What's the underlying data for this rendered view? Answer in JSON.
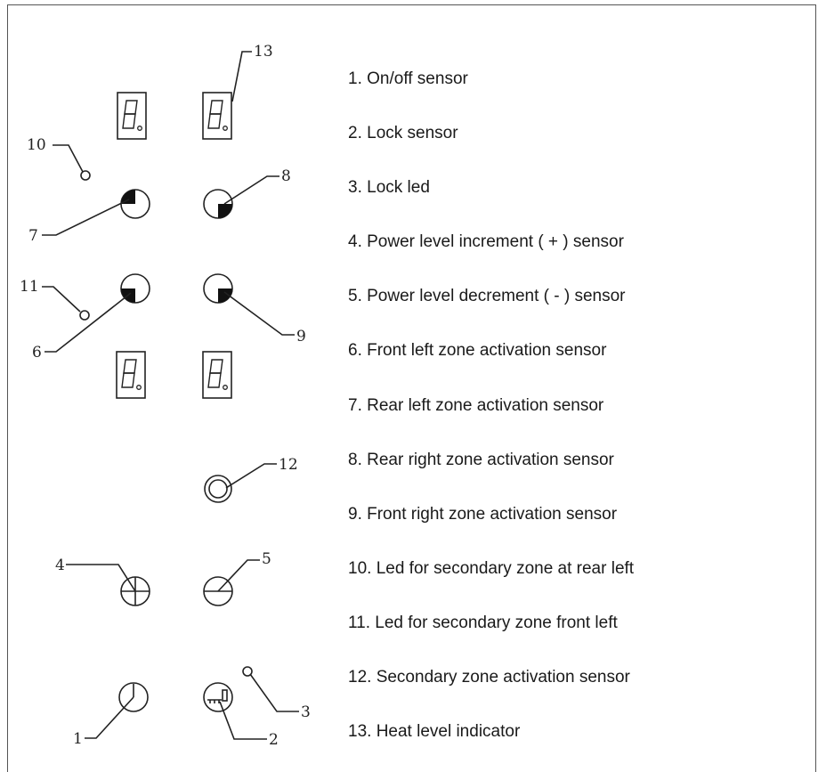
{
  "callout_numbers": {
    "c1": "1",
    "c2": "2",
    "c3": "3",
    "c4": "4",
    "c5": "5",
    "c6": "6",
    "c7": "7",
    "c8": "8",
    "c9": "9",
    "c10": "10",
    "c11": "11",
    "c12": "12",
    "c13": "13"
  },
  "legend": [
    "1. On/off sensor",
    "2.  Lock sensor",
    "3.  Lock led",
    "4.  Power level increment ( + ) sensor",
    "5.  Power level decrement ( - ) sensor",
    "6.  Front left zone activation sensor",
    "7.  Rear left zone activation sensor",
    "8.  Rear right zone activation sensor",
    "9.  Front right zone activation sensor",
    "10.  Led for secondary zone at rear left",
    "11.  Led for secondary zone front left",
    "12.  Secondary zone activation sensor",
    "13.  Heat level indicator"
  ],
  "colors": {
    "line": "#222222",
    "frame": "#555555",
    "text": "#1a1a1a"
  }
}
